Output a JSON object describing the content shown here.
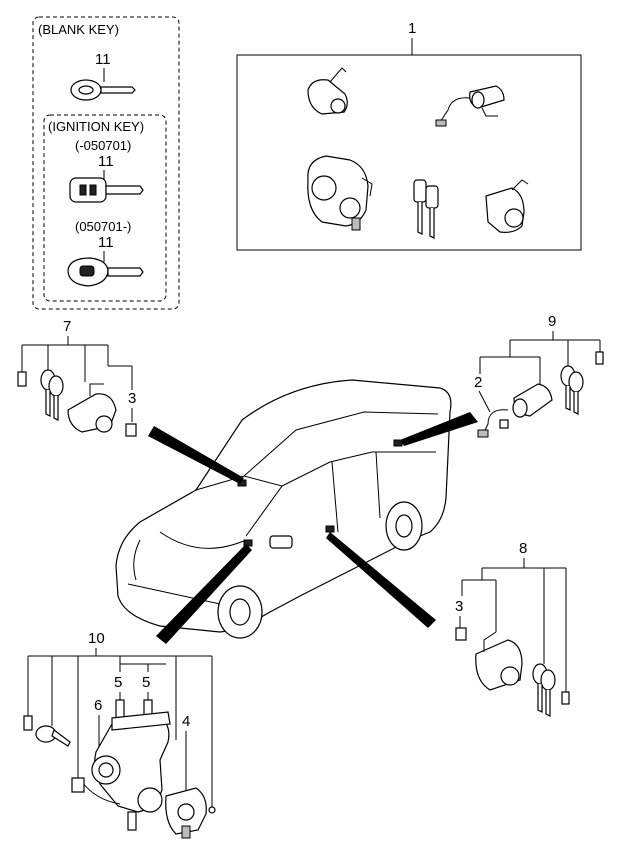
{
  "groups": {
    "blank_key": "(BLANK KEY)",
    "ignition_key": "(IGNITION KEY)",
    "date_before": "(-050701)",
    "date_after": "(050701-)"
  },
  "callouts": {
    "c1": "1",
    "c2": "2",
    "c3a": "3",
    "c3b": "3",
    "c4": "4",
    "c5a": "5",
    "c5b": "5",
    "c6": "6",
    "c7": "7",
    "c8": "8",
    "c9": "9",
    "c10": "10",
    "c11a": "11",
    "c11b": "11",
    "c11c": "11"
  }
}
